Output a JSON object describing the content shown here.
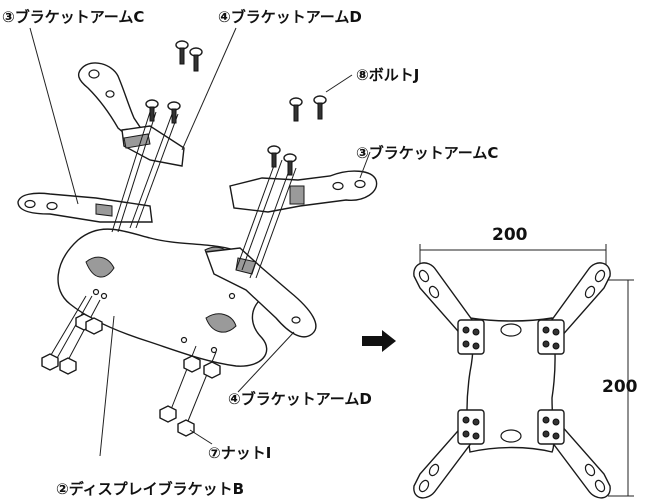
{
  "labels": {
    "bracket_arm_c_top": "③ブラケットアームC",
    "bracket_arm_d_top": "④ブラケットアームD",
    "bolt_j": "⑧ボルトJ",
    "bracket_arm_c_right": "③ブラケットアームC",
    "bracket_arm_d_bottom": "④ブラケットアームD",
    "nut_i": "⑦ナットI",
    "display_bracket_b": "②ディスプレイブラケットB"
  },
  "dimensions": {
    "width": "200",
    "height": "200"
  },
  "arrow_icon": "right-arrow"
}
